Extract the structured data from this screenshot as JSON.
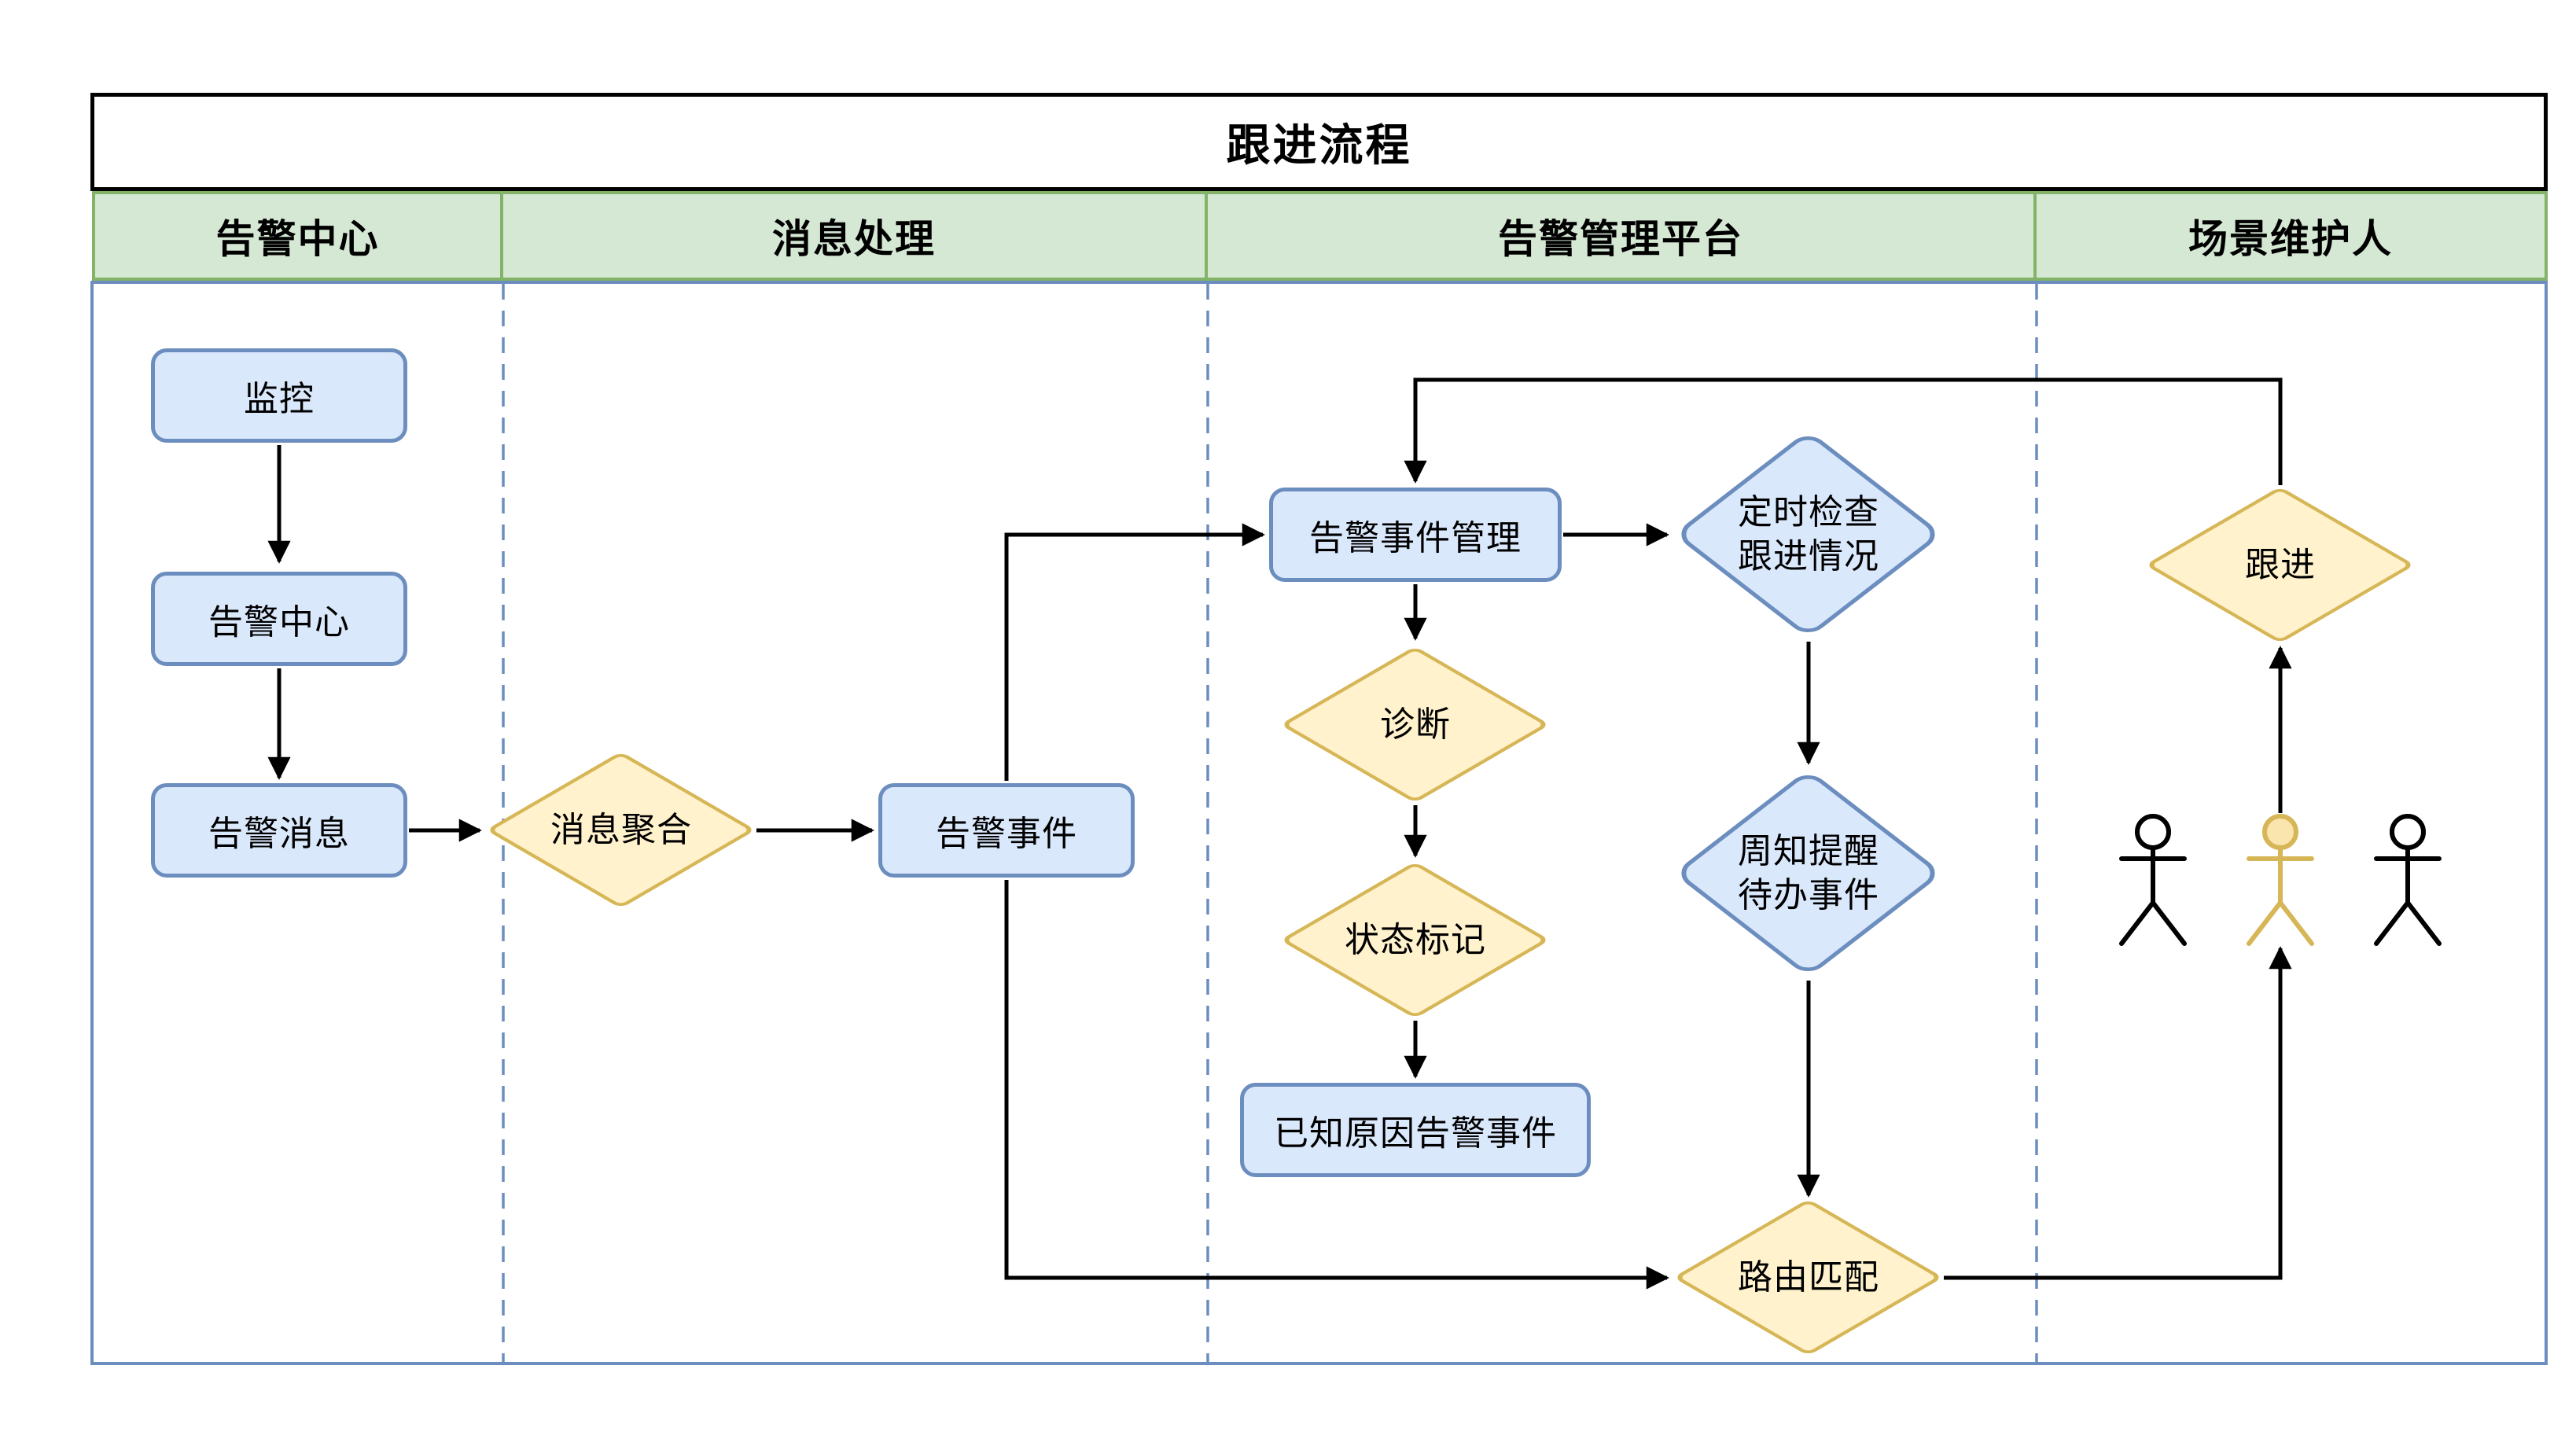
{
  "title": "跟进流程",
  "lanes": [
    {
      "label": "告警中心"
    },
    {
      "label": "消息处理"
    },
    {
      "label": "告警管理平台"
    },
    {
      "label": "场景维护人"
    }
  ],
  "nodes": {
    "monitor": "监控",
    "alert_center": "告警中心",
    "alert_message": "告警消息",
    "message_aggregation": "消息聚合",
    "alert_event": "告警事件",
    "alert_event_mgmt": "告警事件管理",
    "timed_check": {
      "line1": "定时检查",
      "line2": "跟进情况"
    },
    "diagnosis": "诊断",
    "status_mark": "状态标记",
    "known_cause_event": "已知原因告警事件",
    "notify_todo": {
      "line1": "周知提醒",
      "line2": "待办事件"
    },
    "route_match": "路由匹配",
    "follow_up": "跟进"
  },
  "figures": {
    "left": "person-icon",
    "middle": "person-icon-active",
    "right": "person-icon"
  },
  "colors": {
    "process_fill": "#dae8fc",
    "process_stroke": "#6c8ebf",
    "decision_fill": "#fff2cc",
    "decision_stroke": "#d6b656",
    "check_fill": "#dae8fc",
    "check_stroke": "#6c8ebf",
    "lane_header_fill": "#d5e8d4",
    "lane_header_stroke": "#82b366",
    "frame_stroke": "#6c8ebf",
    "title_stroke": "#000000",
    "arrow": "#000000",
    "figure_default": "#000000",
    "figure_active": "#d6b656",
    "figure_active_head_fill": "#fbe5af"
  }
}
